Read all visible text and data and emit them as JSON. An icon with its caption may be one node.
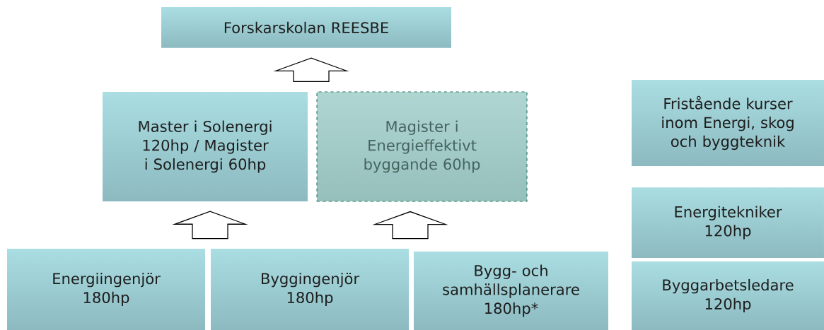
{
  "diagram": {
    "nodes": [
      {
        "text": [
          "Forskarskolan REESBE"
        ]
      },
      {
        "text": [
          "Master i Solenergi 120hp / Magister i Solenergi 60hp"
        ]
      },
      {
        "text": [
          "Magister i Energieffektivt byggande 60hp"
        ]
      },
      {
        "text": [
          "Energiingenjör 180hp"
        ]
      },
      {
        "text": [
          "Byggingenjör 180hp"
        ]
      },
      {
        "text": [
          "Bygg- och samhällsplanerare 180hp*"
        ]
      },
      {
        "text": [
          "Fristående kurser inom Energi, skog och byggteknik"
        ]
      },
      {
        "text": [
          "Energitekniker 120hp"
        ]
      },
      {
        "text": [
          "Byggarbetsledare 120hp"
        ]
      }
    ],
    "edges": [
      {
        "from": 1,
        "to": 0,
        "arrow": "to"
      },
      {
        "from": 2,
        "to": 0,
        "arrow": "to"
      },
      {
        "from": 3,
        "to": 1,
        "arrow": "to"
      },
      {
        "from": 4,
        "to": 1,
        "arrow": "to"
      },
      {
        "from": 4,
        "to": 2,
        "arrow": "to"
      },
      {
        "from": 5,
        "to": 2,
        "arrow": "to"
      }
    ]
  }
}
